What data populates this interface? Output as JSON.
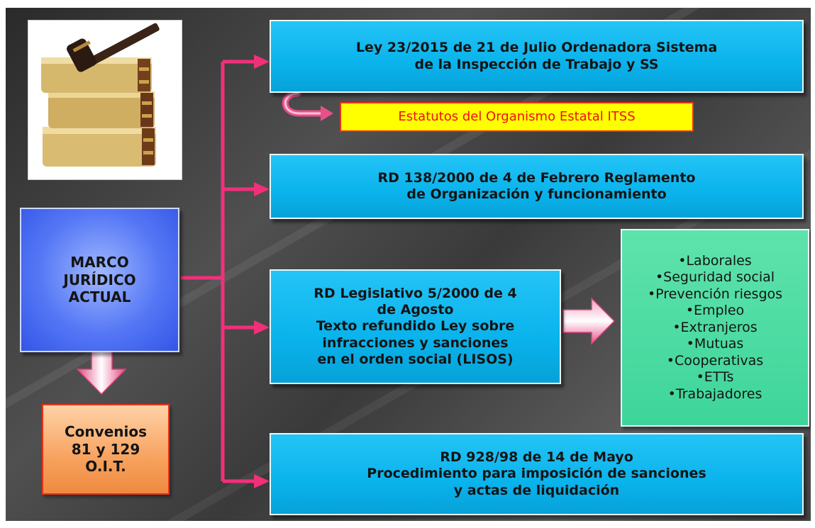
{
  "colors": {
    "connector": "#f1307a",
    "box_cyan": "#0ab3ec",
    "marco_blue": "#4466ee",
    "convenios_orange": "#f5a05a",
    "estatutos_yellow": "#ffff00",
    "estatutos_text": "#ee1111",
    "materias_green": "#44d89f"
  },
  "image": {
    "icon": "law-books-gavel-icon"
  },
  "marco": {
    "text": "MARCO\nJURÍDICO\nACTUAL"
  },
  "convenios": {
    "text": "Convenios\n81 y 129\nO.I.T."
  },
  "laws": [
    {
      "text": "Ley 23/2015  de 21 de Julio Ordenadora  Sistema\nde la Inspección  de Trabajo y SS"
    },
    {
      "text": "RD 138/2000  de 4 de Febrero  Reglamento\nde  Organización  y funcionamiento"
    },
    {
      "text": "RD Legislativo 5/2000  de 4\nde Agosto\nTexto refundido  Ley sobre\ninfracciones  y sanciones\nen el orden social   (LISOS)"
    },
    {
      "text": "RD 928/98  de 14 de Mayo\nProcedimiento  para imposición  de sanciones\ny actas de liquidación"
    }
  ],
  "estatutos": {
    "text": "Estatutos del Organismo Estatal ITSS"
  },
  "materias": {
    "items": [
      "•Laborales",
      "•Seguridad social",
      "•Prevención riesgos",
      "•Empleo",
      "•Extranjeros",
      "•Mutuas",
      "•Cooperativas",
      "•ETTs",
      "•Trabajadores"
    ]
  }
}
